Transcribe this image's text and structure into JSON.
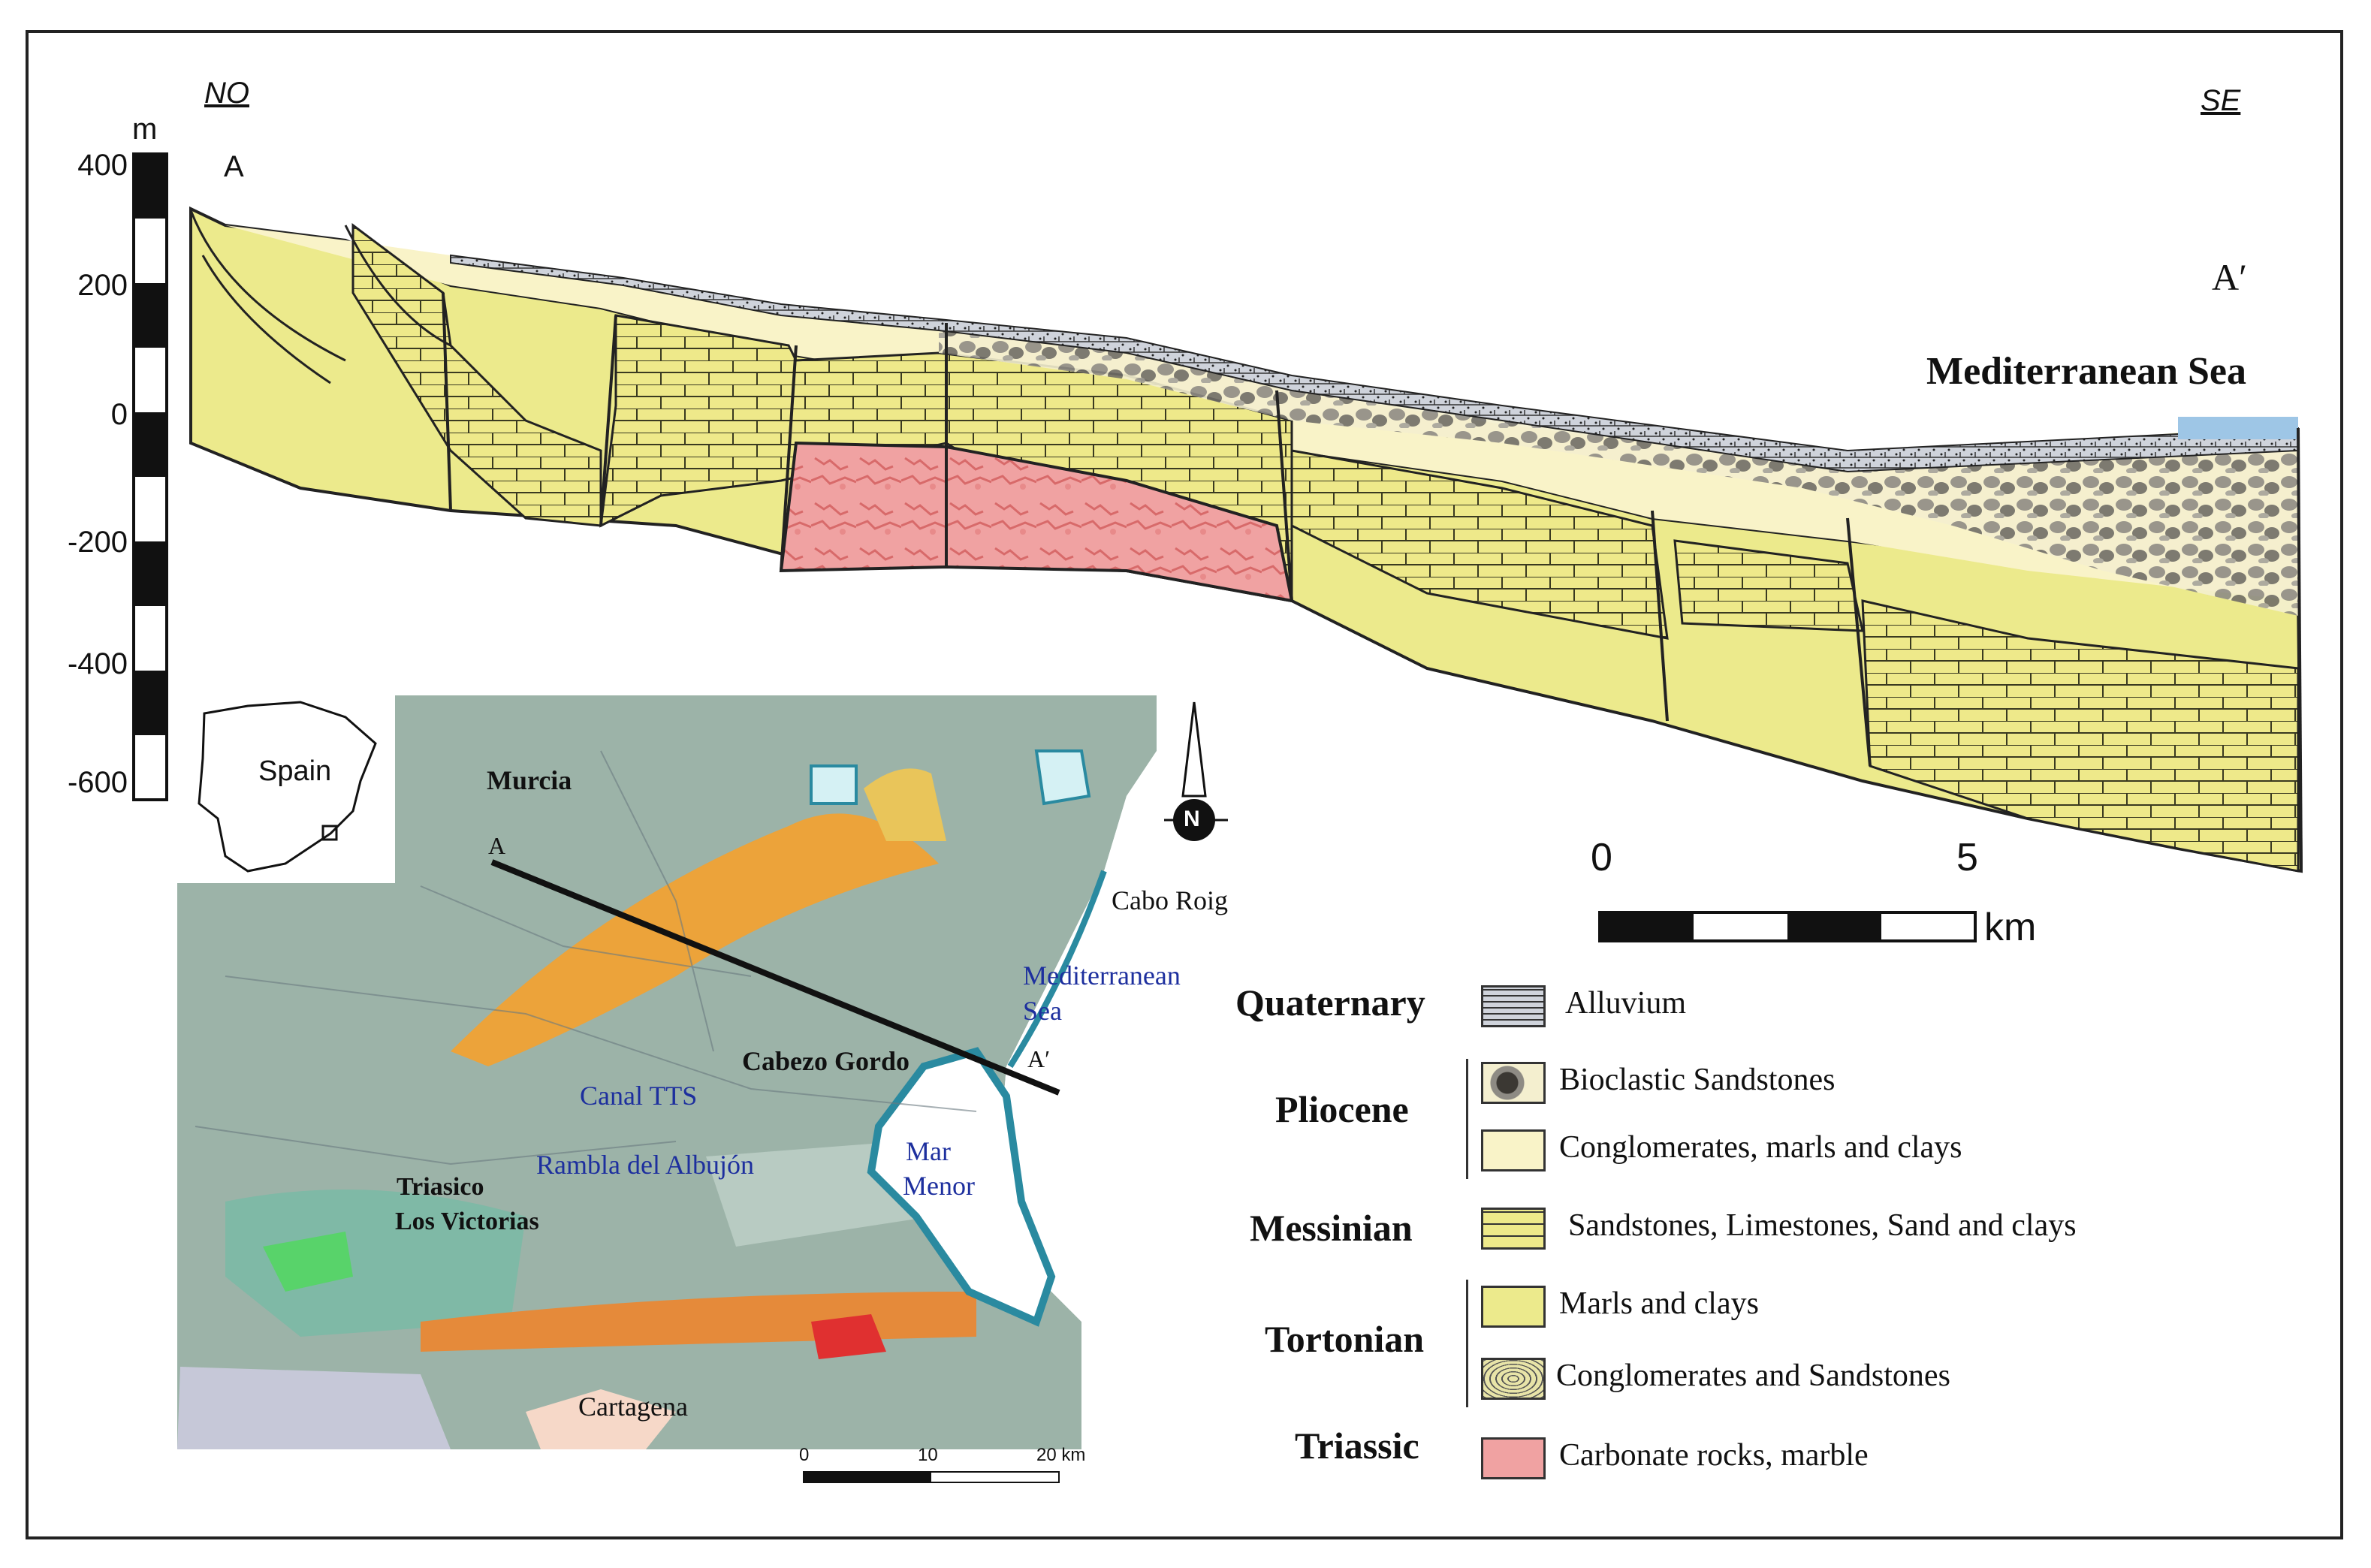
{
  "section": {
    "left_dir": "NO",
    "right_dir": "SE",
    "start_label": "A",
    "end_label": "A′",
    "sea_label": "Mediterranean Sea",
    "vscale": {
      "unit": "m",
      "ticks": [
        "400",
        "200",
        "0",
        "-200",
        "-400",
        "-600"
      ]
    },
    "hscale": {
      "zero": "0",
      "five": "5",
      "unit": "km"
    }
  },
  "inset": {
    "country": "Spain"
  },
  "map": {
    "labels": {
      "murcia": "Murcia",
      "cabo_roig": "Cabo Roig",
      "sea": "Mediterranean",
      "sea2": "Sea",
      "cabezo": "Cabezo Gordo",
      "canal": "Canal TTS",
      "rambla": "Rambla del Albujón",
      "mar": "Mar",
      "menor": "Menor",
      "triasico": "Triasico",
      "victorias": "Los Victorias",
      "cartagena": "Cartagena",
      "a_start": "A",
      "a_end": "A′",
      "north": "N"
    },
    "scale": {
      "zero": "0",
      "ten": "10",
      "twenty": "20 km"
    }
  },
  "legend": {
    "periods": {
      "quaternary": "Quaternary",
      "pliocene": "Pliocene",
      "messinian": "Messinian",
      "tortonian": "Tortonian",
      "triassic": "Triassic"
    },
    "items": {
      "alluvium": "Alluvium",
      "bioclastic": "Bioclastic Sandstones",
      "conglomerates_marls": "Conglomerates, marls and clays",
      "sandstones_limestones": "Sandstones, Limestones, Sand and clays",
      "marls_clays": "Marls and clays",
      "conglomerates_sandstones": "Conglomerates and Sandstones",
      "carbonate": "Carbonate rocks, marble"
    }
  },
  "colors": {
    "marl_yellow": "#ecea8c",
    "sandstone_yellow": "#eee98a",
    "pliocene_cream": "#f9f3c8",
    "marble_pink": "#f0a6a6",
    "gravel_grey": "#8e8b84",
    "sea_blue": "#9ec6e6",
    "map_text_blue": "#1d2f9e"
  }
}
